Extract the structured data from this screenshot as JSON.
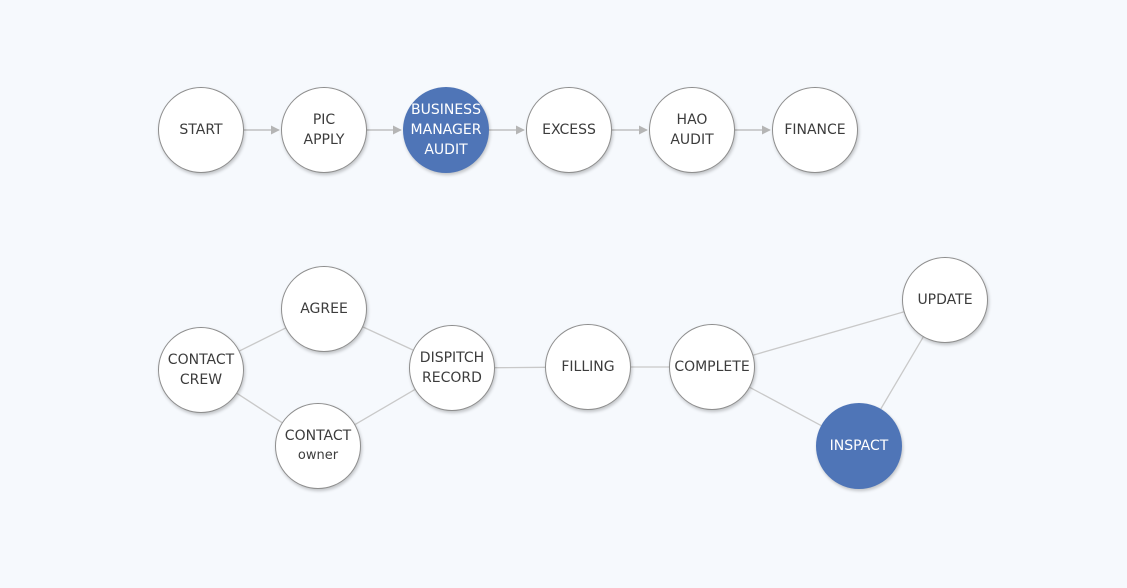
{
  "colors": {
    "background": "#f6f9fd",
    "node_fill": "#ffffff",
    "node_border": "#8e8e8e",
    "active_fill": "#4f75b7",
    "text": "#3c3c3c",
    "active_text": "#ffffff",
    "edge": "#c9c9c9",
    "arrow": "#b5b5b5"
  },
  "top_flow": {
    "nodes": [
      {
        "id": "start",
        "lines": [
          "START"
        ],
        "active": false
      },
      {
        "id": "pic-apply",
        "lines": [
          "PIC",
          "APPLY"
        ],
        "active": false
      },
      {
        "id": "business-manager-audit",
        "lines": [
          "BUSINESS",
          "MANAGER",
          "AUDIT"
        ],
        "active": true
      },
      {
        "id": "excess",
        "lines": [
          "EXCESS"
        ],
        "active": false
      },
      {
        "id": "hao-audit",
        "lines": [
          "HAO",
          "AUDIT"
        ],
        "active": false
      },
      {
        "id": "finance",
        "lines": [
          "FINANCE"
        ],
        "active": false
      }
    ]
  },
  "bottom_flow": {
    "nodes": [
      {
        "id": "contact-crew",
        "lines": [
          "CONTACT",
          "CREW"
        ],
        "active": false
      },
      {
        "id": "agree",
        "lines": [
          "AGREE"
        ],
        "active": false
      },
      {
        "id": "contact-owner",
        "lines": [
          "CONTACT",
          "owner"
        ],
        "active": false
      },
      {
        "id": "dispitch-record",
        "lines": [
          "DISPITCH",
          "RECORD"
        ],
        "active": false
      },
      {
        "id": "filling",
        "lines": [
          "FILLING"
        ],
        "active": false
      },
      {
        "id": "complete",
        "lines": [
          "COMPLETE"
        ],
        "active": false
      },
      {
        "id": "update",
        "lines": [
          "UPDATE"
        ],
        "active": false
      },
      {
        "id": "inspact",
        "lines": [
          "INSPACT"
        ],
        "active": true
      }
    ],
    "edges": [
      [
        "contact-crew",
        "agree"
      ],
      [
        "contact-crew",
        "contact-owner"
      ],
      [
        "agree",
        "dispitch-record"
      ],
      [
        "contact-owner",
        "dispitch-record"
      ],
      [
        "dispitch-record",
        "filling"
      ],
      [
        "filling",
        "complete"
      ],
      [
        "complete",
        "update"
      ],
      [
        "complete",
        "inspact"
      ],
      [
        "inspact",
        "update"
      ]
    ]
  }
}
